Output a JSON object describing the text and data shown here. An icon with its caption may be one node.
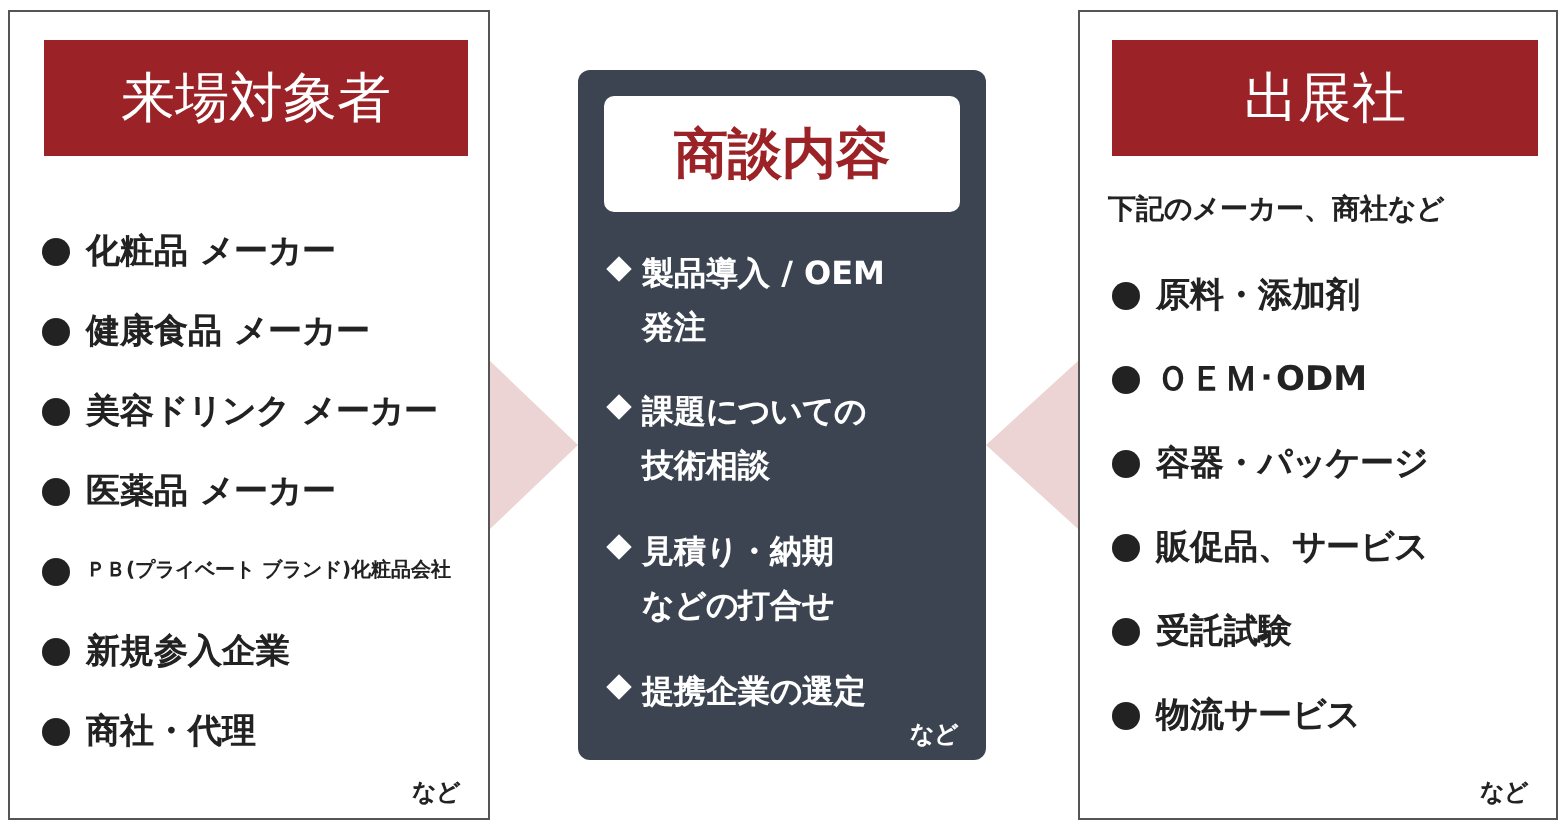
{
  "diagram": {
    "nodes": [
      {
        "text": [
          "化粧品 メーカー",
          "健康食品 メーカー",
          "美容ドリンク メーカー",
          "医薬品 メーカー",
          "ＰＢ(プライベート ブランド)化粧品会社",
          "新規参入企業",
          "商社・代理",
          "など"
        ]
      },
      {
        "text": [
          "来場対象者"
        ],
        "in": 0
      },
      {
        "text": [
          "製品導入 / OEM 発注",
          "課題についての技術相談",
          "見積り・納期などの打合せ",
          "提携企業の選定",
          "など"
        ]
      },
      {
        "text": [
          "商談内容"
        ],
        "in": 2
      },
      {
        "text": [
          "下記のメーカー、商社など",
          "原料・添加剤",
          "ＯＥＭ･ODM",
          "容器・パッケージ",
          "販促品、サービス",
          "受託試験",
          "物流サービス",
          "など"
        ]
      },
      {
        "text": [
          "出展社"
        ],
        "in": 4
      }
    ],
    "edges": [
      {
        "from": 0,
        "to": 2,
        "arrow": "to"
      },
      {
        "from": 4,
        "to": 2,
        "arrow": "to"
      }
    ]
  }
}
